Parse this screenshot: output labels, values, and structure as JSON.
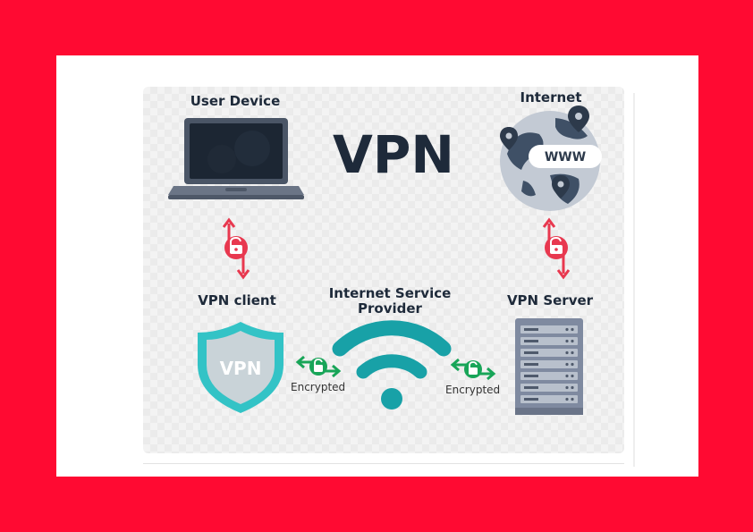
{
  "title": "VPN",
  "nodes": {
    "user_device": "User Device",
    "internet": "Internet",
    "vpn_client": "VPN client",
    "isp": "Internet Service Provider",
    "vpn_server": "VPN Server"
  },
  "icons": {
    "laptop_icon": "laptop-icon",
    "globe_icon": "globe-icon",
    "shield_icon": "shield-icon",
    "wifi_icon": "wifi-icon",
    "server_icon": "server-icon",
    "lock_icon": "lock-icon"
  },
  "globe_text": "WWW",
  "shield_text": "VPN",
  "links": {
    "left_label": "Encrypted",
    "right_label": "Encrypted"
  },
  "colors": {
    "frame": "#ff0a32",
    "title": "#1e2a3a",
    "wifi": "#18a1a7",
    "shield": "#33c3c6",
    "lock_red": "#e8384f",
    "lock_green": "#18a558",
    "server": "#7f8aa0"
  }
}
